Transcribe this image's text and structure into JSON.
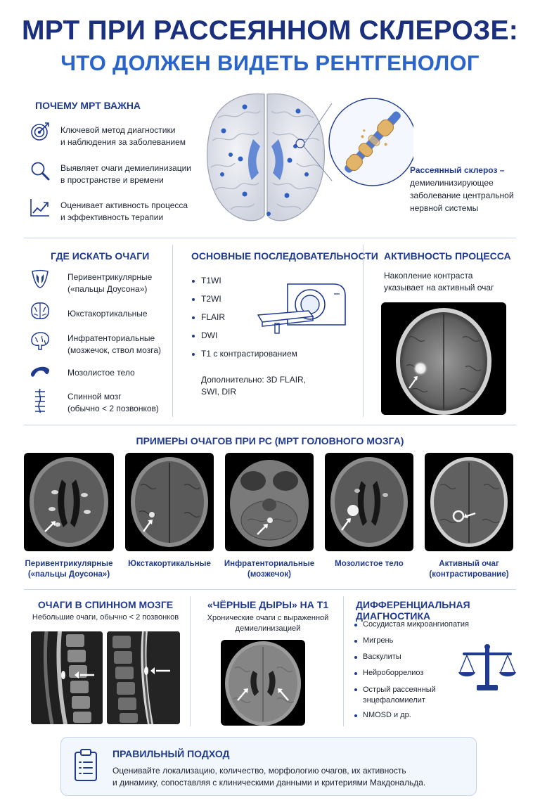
{
  "header": {
    "title_line1": "МРТ ПРИ РАССЕЯННОМ СКЛЕРОЗЕ:",
    "title_line2": "ЧТО ДОЛЖЕН ВИДЕТЬ РЕНТГЕНОЛОГ"
  },
  "why": {
    "title": "ПОЧЕМУ МРТ ВАЖНА",
    "items": [
      {
        "icon": "target-icon",
        "line1": "Ключевой метод диагностики",
        "line2": "и наблюдения за заболеванием"
      },
      {
        "icon": "magnifier-icon",
        "line1": "Выявляет очаги демиелинизации",
        "line2": "в пространстве и времени"
      },
      {
        "icon": "trend-chart-icon",
        "line1": "Оценивает активность процесса",
        "line2": "и эффективность терапии"
      }
    ],
    "definition_bold": "Рассеянный склероз –",
    "definition_line2": "демиелинизирующее",
    "definition_line3": "заболевание центральной",
    "definition_line4": "нервной системы"
  },
  "where": {
    "title": "ГДЕ ИСКАТЬ ОЧАГИ",
    "items": [
      {
        "icon": "ventricles-icon",
        "line1": "Перивентрикулярные",
        "line2": "(«пальцы Доусона»)"
      },
      {
        "icon": "brain-icon",
        "line1": "Юкстакортикальные",
        "line2": ""
      },
      {
        "icon": "cerebellum-icon",
        "line1": "Инфратенториальные",
        "line2": "(мозжечок, ствол мозга)"
      },
      {
        "icon": "corpus-callosum-icon",
        "line1": "Мозолистое тело",
        "line2": ""
      },
      {
        "icon": "spine-icon",
        "line1": "Спинной мозг",
        "line2": "(обычно < 2 позвонков)"
      }
    ]
  },
  "sequences": {
    "title": "ОСНОВНЫЕ ПОСЛЕДОВАТЕЛЬНОСТИ",
    "items": [
      "T1WI",
      "T2WI",
      "FLAIR",
      "DWI",
      "T1 с контрастированием"
    ],
    "extra_line1": "Дополнительно: 3D FLAIR,",
    "extra_line2": "SWI, DIR"
  },
  "activity": {
    "title": "АКТИВНОСТЬ ПРОЦЕССА",
    "line1": "Накопление контраста",
    "line2": "указывает на активный очаг"
  },
  "examples": {
    "title": "ПРИМЕРЫ ОЧАГОВ ПРИ РС (МРТ ГОЛОВНОГО МОЗГА)",
    "items": [
      {
        "line1": "Перивентрикулярные",
        "line2": "(«пальцы Доусона»)"
      },
      {
        "line1": "Юкстакортикальные",
        "line2": ""
      },
      {
        "line1": "Инфратенториальные",
        "line2": "(мозжечок)"
      },
      {
        "line1": "Мозолистое тело",
        "line2": ""
      },
      {
        "line1": "Активный очаг",
        "line2": "(контрастирование)"
      }
    ]
  },
  "spinal": {
    "title": "ОЧАГИ В СПИННОМ МОЗГЕ",
    "subtitle": "Небольшие очаги, обычно < 2 позвонков"
  },
  "black_holes": {
    "title": "«ЧЁРНЫЕ ДЫРЫ» НА Т1",
    "line1": "Хронические очаги с выраженной",
    "line2": "демиелинизацией"
  },
  "diff": {
    "title": "ДИФФЕРЕНЦИАЛЬНАЯ ДИАГНОСТИКА",
    "items": [
      {
        "line1": "Сосудистая микроангиопатия",
        "line2": ""
      },
      {
        "line1": "Мигрень",
        "line2": ""
      },
      {
        "line1": "Васкулиты",
        "line2": ""
      },
      {
        "line1": "Нейроборрелиоз",
        "line2": ""
      },
      {
        "line1": "Острый рассеянный",
        "line2": "энцефаломиелит"
      },
      {
        "line1": "NMOSD и др.",
        "line2": ""
      }
    ]
  },
  "approach": {
    "title": "ПРАВИЛЬНЫЙ ПОДХОД",
    "line1": "Оценивайте локализацию, количество, морфологию очагов, их активность",
    "line2": "и динамику, сопоставляя с клиническими данными и критериями Макдональда."
  },
  "colors": {
    "navy": "#1a2f7d",
    "blue": "#2b64c9",
    "divider": "#c9d4e8"
  }
}
